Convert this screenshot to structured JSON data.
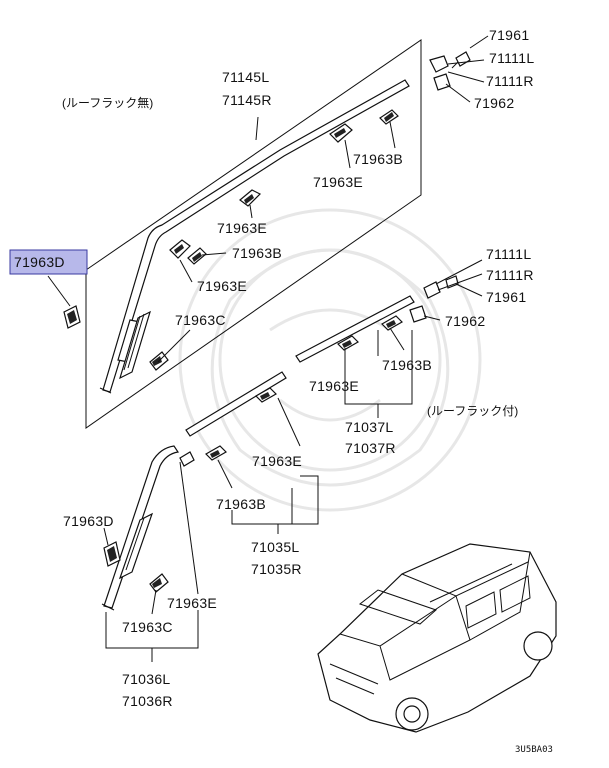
{
  "labels": {
    "roof_no_rack_note": "(ルーフラック無)",
    "roof_with_rack_note": "(ルーフラック付)",
    "p71961_top": "71961",
    "p71111L_top": "71111L",
    "p71111R_top": "71111R",
    "p71962_top": "71962",
    "p71145L": "71145L",
    "p71145R": "71145R",
    "p71963B_top": "71963B",
    "p71963E_top": "71963E",
    "p71963E_mid": "71963E",
    "p71963B_mid": "71963B",
    "p71963E_mid2": "71963E",
    "p71963D_highlight": "71963D",
    "p71963C_top": "71963C",
    "p71111L_right": "71111L",
    "p71111R_right": "71111R",
    "p71961_right": "71961",
    "p71962_right": "71962",
    "p71963B_right": "71963B",
    "p71963E_right": "71963E",
    "p71037L": "71037L",
    "p71037R": "71037R",
    "p71963E_lower": "71963E",
    "p71963B_lower": "71963B",
    "p71035L": "71035L",
    "p71035R": "71035R",
    "p71963D_lower": "71963D",
    "p71963E_bottom": "71963E",
    "p71963C_bottom": "71963C",
    "p71036L": "71036L",
    "p71036R": "71036R",
    "diagram_code": "3U5BA03"
  },
  "colors": {
    "highlight_fill": "#b7b8ea",
    "highlight_border": "#3a3aa0",
    "line": "#111111"
  }
}
